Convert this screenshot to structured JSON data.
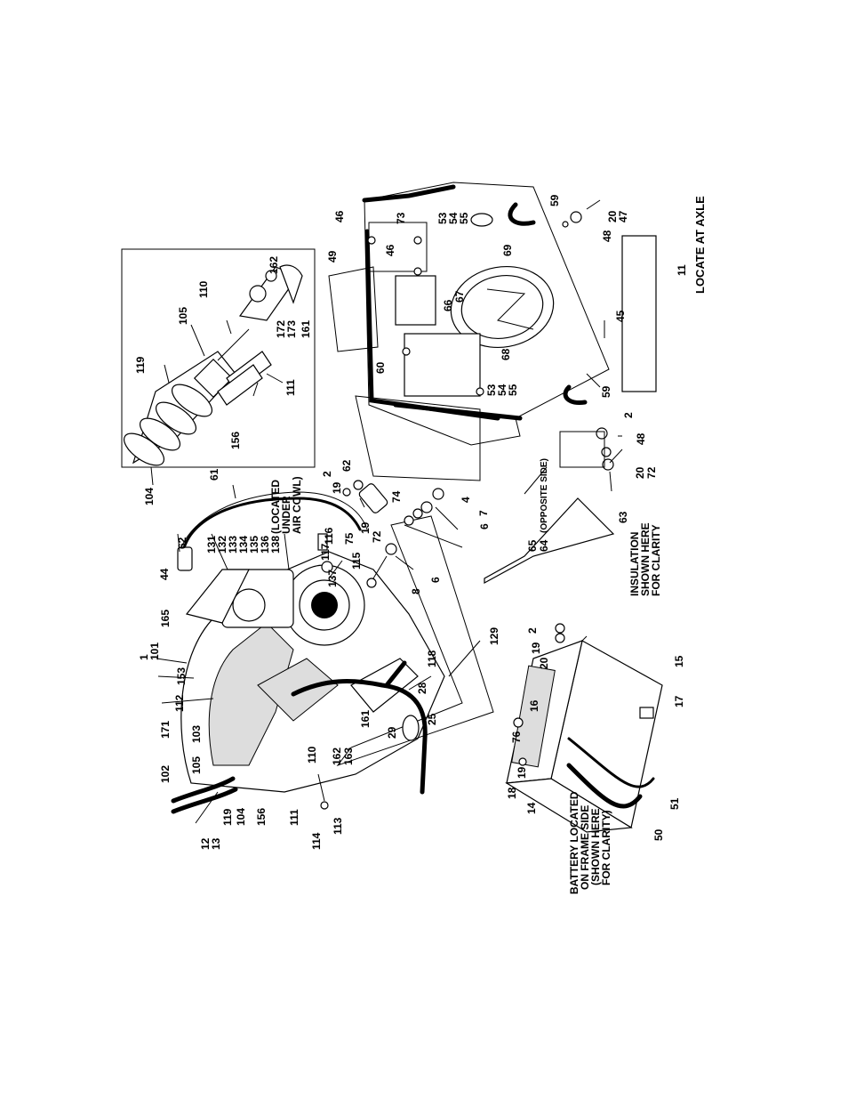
{
  "callouts": {
    "c_1": "1",
    "c_101": "101",
    "c_153": "153",
    "c_112": "112",
    "c_171": "171",
    "c_103": "103",
    "c_102": "102",
    "c_105": "105",
    "c_119": "119",
    "c_104": "104",
    "c_156": "156",
    "c_111": "111",
    "c_110": "110",
    "c_162": "162",
    "c_163": "163",
    "c_161": "161",
    "c_29": "29",
    "c_25": "25",
    "c_28": "28",
    "c_118": "118",
    "c_129": "129",
    "c_114": "114",
    "c_113": "113",
    "c_12": "12",
    "c_13": "13",
    "c_165": "165",
    "c_44": "44",
    "c_62a": "62",
    "c_131": "131",
    "c_132": "132",
    "c_133": "133",
    "c_134": "134",
    "c_135": "135",
    "c_136": "136",
    "c_138": "138",
    "c_116": "116",
    "c_117": "117",
    "c_137": "137",
    "c_115": "115",
    "c_61": "61",
    "c_62b": "62",
    "c_2a": "2",
    "c_19a": "19",
    "c_74": "74",
    "c_75": "75",
    "c_19b": "19",
    "c_72a": "72",
    "c_4": "4",
    "c_6a": "6",
    "c_6b": "6",
    "c_7": "7",
    "c_8": "8",
    "c_65": "65",
    "c_64": "64",
    "c_63": "63",
    "i_104": "104",
    "i_119": "119",
    "i_105": "105",
    "i_110": "110",
    "i_162": "162",
    "i_172": "172",
    "i_173": "173",
    "i_161": "161",
    "i_111": "111",
    "i_156": "156",
    "c_49": "49",
    "c_46a": "46",
    "c_73": "73",
    "c_53a": "53",
    "c_54a": "54",
    "c_55a": "55",
    "c_46b": "46",
    "c_69": "69",
    "c_66": "66",
    "c_67": "67",
    "c_60": "60",
    "c_68": "68",
    "c_53b": "53",
    "c_54b": "54",
    "c_55b": "55",
    "c_59a": "59",
    "c_59b": "59",
    "c_45": "45",
    "c_48a": "48",
    "c_47": "47",
    "c_20a": "20",
    "c_2b": "2",
    "c_48b": "48",
    "c_20b": "20",
    "c_72b": "72",
    "c_11": "11",
    "c_2c": "2",
    "c_19c": "19",
    "c_20c": "20",
    "c_15": "15",
    "c_16": "16",
    "c_76": "76",
    "c_19d": "19",
    "c_18": "18",
    "c_14": "14",
    "c_17": "17",
    "c_50": "50",
    "c_51": "51"
  },
  "notes": {
    "air_cowl_1": "(LOCATED",
    "air_cowl_2": "UNDER",
    "air_cowl_3": "AIR COWL)",
    "opposite_side": "(OPPOSITE SIDE)",
    "insulation_1": "INSULATION",
    "insulation_2": "SHOWN HERE",
    "insulation_3": "FOR CLARITY",
    "battery_1": "BATTERY LOCATED",
    "battery_2": "ON FRAME SIDE",
    "battery_3": "(SHOWN HERE",
    "battery_4": "FOR CLARITY)",
    "axle": "LOCATE AT AXLE"
  }
}
